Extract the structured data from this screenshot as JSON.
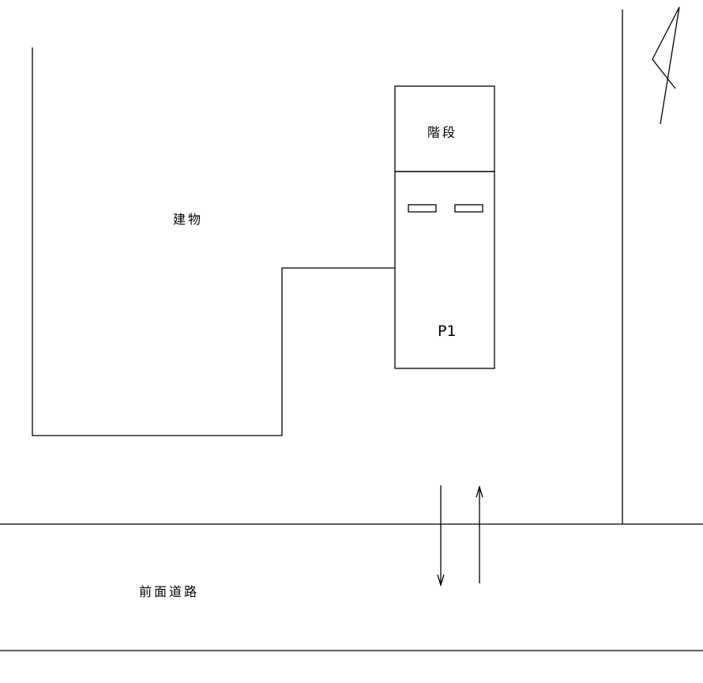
{
  "labels": {
    "building": "建物",
    "stairs": "階段",
    "parking_space": "P1",
    "front_road": "前面道路"
  }
}
